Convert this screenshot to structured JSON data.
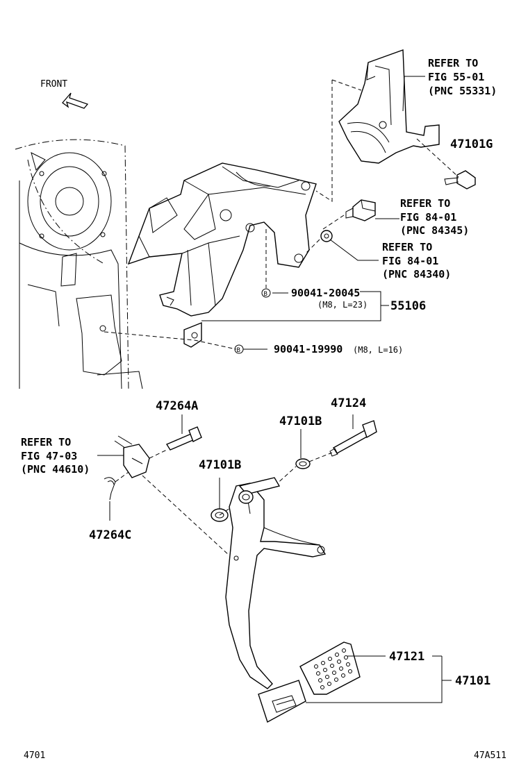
{
  "diagram": {
    "front_label": "FRONT",
    "bottom_left_code": "4701",
    "bottom_right_code": "47A511",
    "refs": {
      "ref1": {
        "l1": "REFER TO",
        "l2": "FIG 55-01",
        "l3": "(PNC 55331)"
      },
      "ref2": {
        "l1": "REFER TO",
        "l2": "FIG 84-01",
        "l3": "(PNC 84345)"
      },
      "ref3": {
        "l1": "REFER TO",
        "l2": "FIG 84-01",
        "l3": "(PNC 84340)"
      },
      "ref4": {
        "l1": "REFER TO",
        "l2": "FIG 47-03",
        "l3": "(PNC 44610)"
      }
    },
    "parts": {
      "p47101G": "47101G",
      "p55106": "55106",
      "p90041_20045": "90041-20045",
      "p90041_20045_spec": "(M8, L=23)",
      "p90041_19990": "90041-19990",
      "p90041_19990_spec": "(M8, L=16)",
      "p47264A": "47264A",
      "p47124": "47124",
      "p47101B_a": "47101B",
      "p47101B_b": "47101B",
      "p47264C": "47264C",
      "p47121": "47121",
      "p47101": "47101"
    },
    "circle_marker": "B"
  }
}
